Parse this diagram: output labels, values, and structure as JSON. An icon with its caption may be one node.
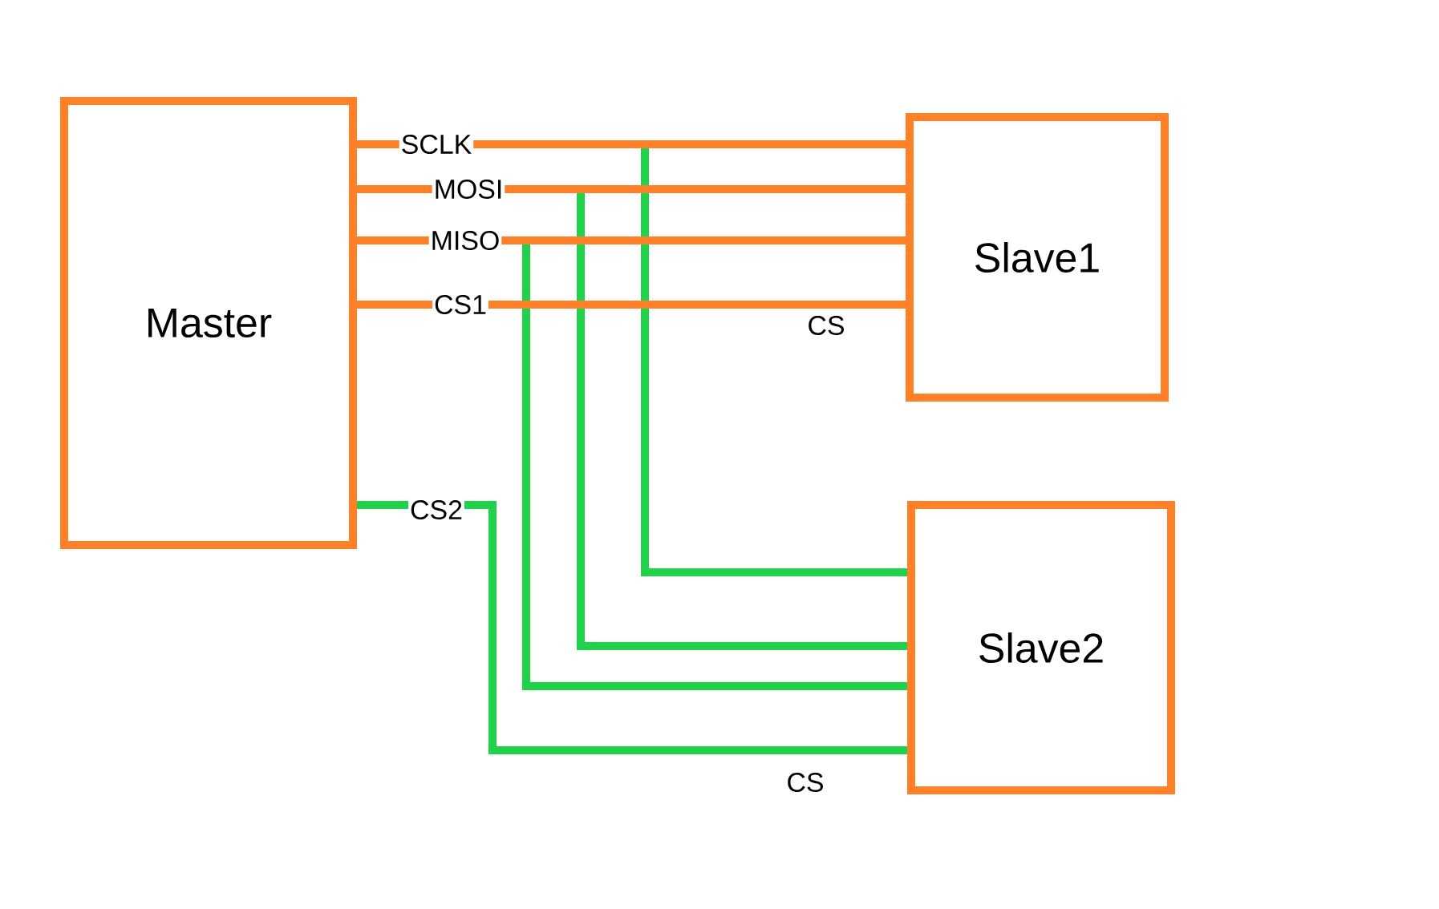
{
  "diagram": {
    "nodes": [
      {
        "text": [
          "Master"
        ]
      },
      {
        "text": [
          "Slave1"
        ]
      },
      {
        "text": [
          "Slave2"
        ]
      }
    ],
    "edges": [
      {
        "from": 0,
        "to": 1,
        "arrow": "none",
        "label": "SCLK"
      },
      {
        "from": 0,
        "to": 1,
        "arrow": "none",
        "label": "MOSI"
      },
      {
        "from": 0,
        "to": 1,
        "arrow": "none",
        "label": "MISO"
      },
      {
        "from": 0,
        "to": 1,
        "arrow": "none",
        "label": "CS1"
      },
      {
        "from": 0,
        "to": 2,
        "arrow": "none",
        "color": "#1ed24a"
      },
      {
        "from": 0,
        "to": 2,
        "arrow": "none",
        "color": "#1ed24a"
      },
      {
        "from": 0,
        "to": 2,
        "arrow": "none",
        "color": "#1ed24a"
      },
      {
        "from": 0,
        "to": 2,
        "arrow": "none",
        "label": "CS2",
        "color": "#1ed24a"
      }
    ],
    "labels": [
      "CS",
      "CS"
    ]
  }
}
